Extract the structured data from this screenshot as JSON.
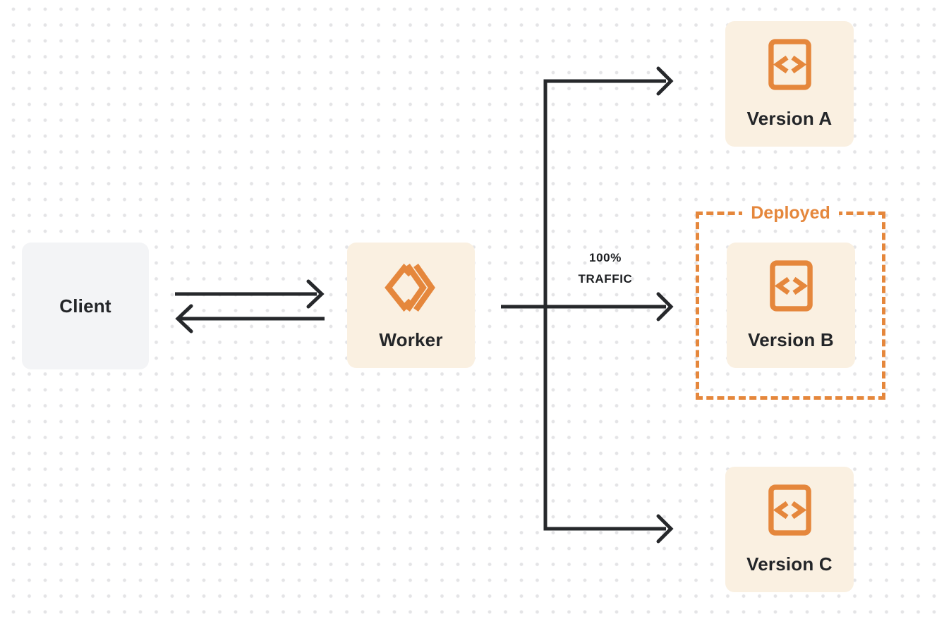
{
  "colors": {
    "background": "#ffffff",
    "dot_grid": "#e4e4e6",
    "arrow": "#26282b",
    "text_dark": "#232528",
    "orange": "#e5873c",
    "node_cream": "#faf0e1",
    "node_gray": "#f3f4f6"
  },
  "nodes": {
    "client": {
      "label": "Client"
    },
    "worker": {
      "label": "Worker",
      "icon": "worker-logo-icon"
    },
    "versions": [
      {
        "label": "Version A",
        "icon": "code-file-icon"
      },
      {
        "label": "Version B",
        "icon": "code-file-icon",
        "deployed": true
      },
      {
        "label": "Version C",
        "icon": "code-file-icon"
      }
    ]
  },
  "labels": {
    "traffic_line1": "100%",
    "traffic_line2": "TRAFFIC",
    "deployed": "Deployed"
  }
}
